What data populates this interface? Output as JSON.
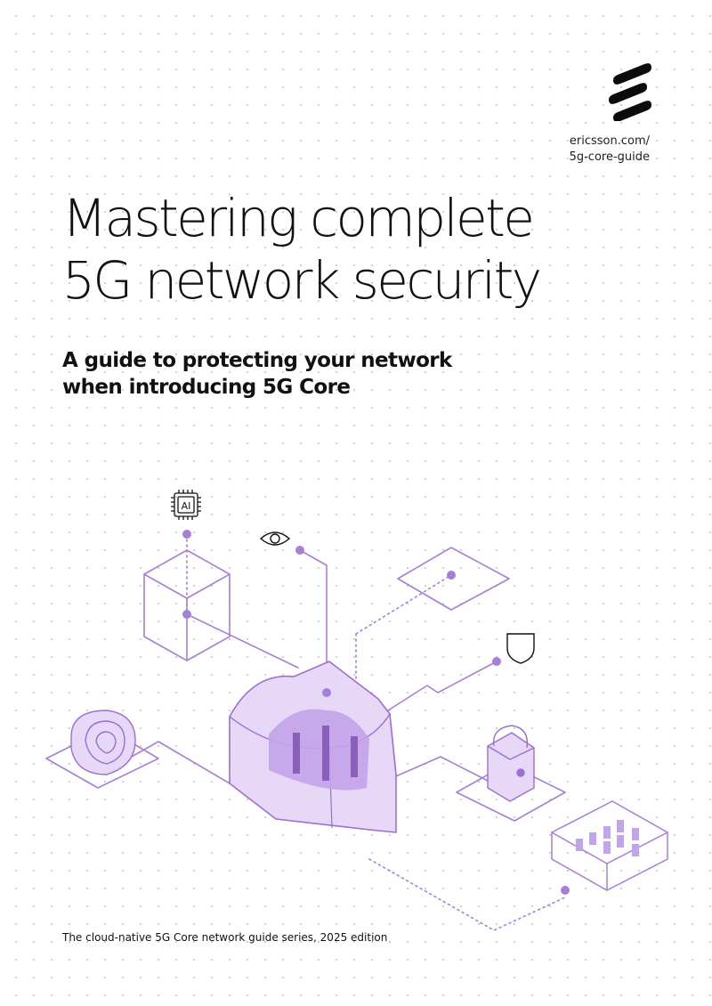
{
  "brand": {
    "logo": "ericsson-logo",
    "url_line1": "ericsson.com/",
    "url_line2": "5g-core-guide"
  },
  "cover": {
    "title_line1": "Mastering complete",
    "title_line2": "5G network security",
    "subtitle_line1": "A guide to protecting your network",
    "subtitle_line2": "when introducing 5G Core",
    "footer": "The cloud-native 5G Core network guide series, 2025 edition"
  },
  "illustration": {
    "ai_chip_label": "AI",
    "icons": [
      "ai-chip-icon",
      "eye-icon",
      "shield-icon",
      "fingerprint-icon",
      "padlock-icon",
      "server-rack-icon"
    ],
    "accent_color": "#a77fd6",
    "fill_color": "#dccaf2",
    "line_color": "#9d6fd0"
  }
}
